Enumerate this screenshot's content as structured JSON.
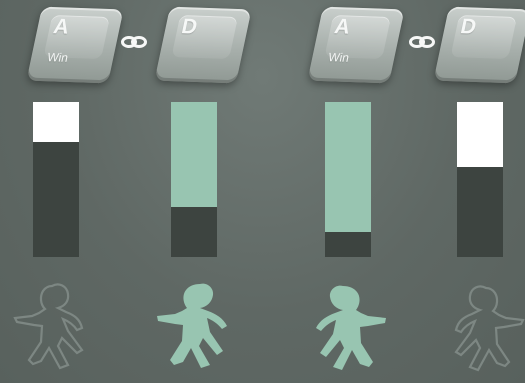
{
  "colors": {
    "background": "#5f6864",
    "meter_dark": "#3d4440",
    "meter_white": "#ffffff",
    "meter_teal": "#98c5b1",
    "fighter_teal": "#98c5b1",
    "fighter_outline": "#7d8783"
  },
  "players": [
    {
      "key_1": {
        "letter": "A",
        "sub": "Win"
      },
      "key_2": {
        "letter": "D"
      },
      "meter_1": {
        "color": "white",
        "fill_fraction": 0.26
      },
      "meter_2": {
        "color": "teal",
        "fill_fraction": 0.68
      },
      "fighters": [
        {
          "style": "outline",
          "icon": "soldier-outline-icon"
        },
        {
          "style": "filled",
          "icon": "soldier-filled-icon"
        }
      ]
    },
    {
      "key_1": {
        "letter": "A",
        "sub": "Win"
      },
      "key_2": {
        "letter": "D"
      },
      "meter_1": {
        "color": "teal",
        "fill_fraction": 0.84
      },
      "meter_2": {
        "color": "white",
        "fill_fraction": 0.42
      },
      "fighters": [
        {
          "style": "filled",
          "icon": "soldier-filled-icon"
        },
        {
          "style": "outline",
          "icon": "soldier-outline-icon"
        }
      ]
    }
  ]
}
